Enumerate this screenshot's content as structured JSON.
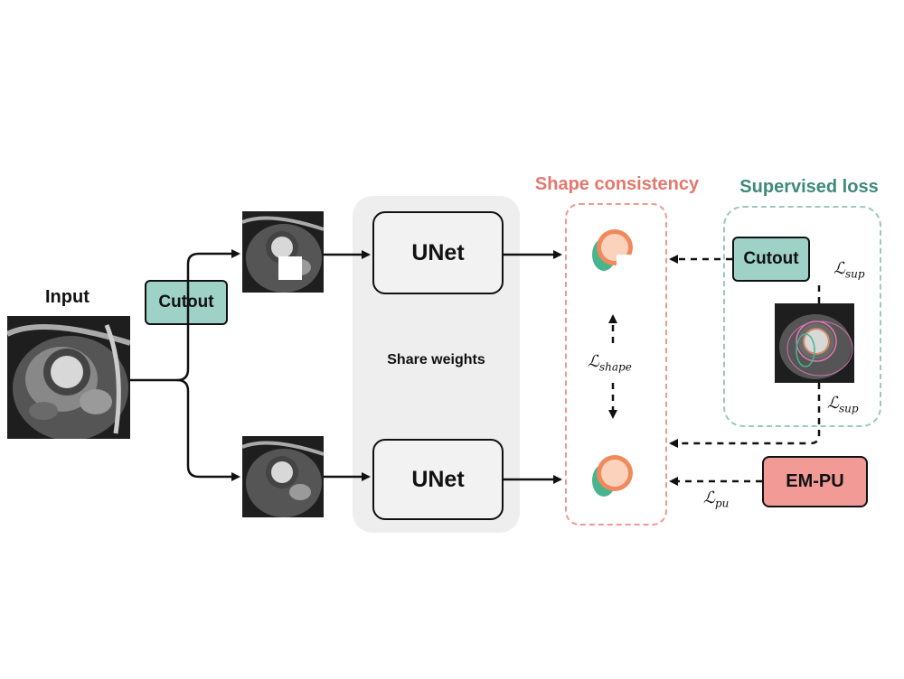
{
  "labels": {
    "input": "Input",
    "cutout_left": "Cutout",
    "unet_top": "UNet",
    "unet_bottom": "UNet",
    "share_weights": "Share weights",
    "shape_consistency": "Shape consistency",
    "supervised_loss": "Supervised loss",
    "cutout_right": "Cutout",
    "em_pu": "EM-PU"
  },
  "losses": {
    "shape": {
      "symbol": "ℒ",
      "sub": "shape"
    },
    "sup_top": {
      "symbol": "ℒ",
      "sub": "sup"
    },
    "sup_bottom": {
      "symbol": "ℒ",
      "sub": "sup"
    },
    "pu": {
      "symbol": "ℒ",
      "sub": "pu"
    }
  },
  "colors": {
    "cutout_fill": "#9fd2c6",
    "em_pu_fill": "#f29b96",
    "shape_consistency_text": "#e4776d",
    "supervised_loss_text": "#3f8a79",
    "seg_orange": "#f08a5d",
    "seg_green": "#48b58f",
    "seg_peach": "#fbd3bd"
  }
}
